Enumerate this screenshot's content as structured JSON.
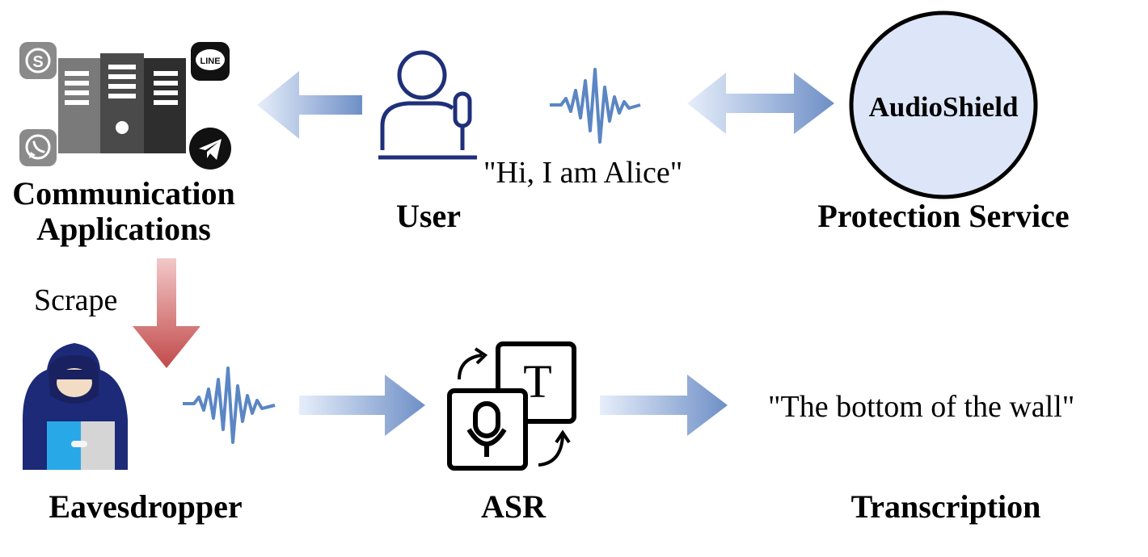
{
  "nodes": {
    "communication_apps": {
      "label_line1": "Communication",
      "label_line2": "Applications"
    },
    "user": {
      "label": "User"
    },
    "protection": {
      "label": "Protection Service",
      "circle_text": "AudioShield"
    },
    "eavesdropper": {
      "label": "Eavesdropper"
    },
    "asr": {
      "label": "ASR",
      "text_glyph": "T"
    },
    "transcription": {
      "label": "Transcription"
    }
  },
  "utterance": "\"Hi, I am Alice\"",
  "transcription_text": "\"The bottom of the wall\"",
  "edges": {
    "scrape_label": "Scrape"
  },
  "app_icons": [
    "skype-icon",
    "line-icon",
    "whatsapp-icon",
    "telegram-icon"
  ],
  "app_icon_text": {
    "line": "LINE",
    "skype": "S"
  },
  "colors": {
    "arrow_blue": "#6e8fc6",
    "arrow_red": "#c24a4a",
    "user_navy": "#1f2f7a",
    "wave_blue": "#5b86c4",
    "shield_fill": "#dde6f8",
    "hood_navy": "#1c2a78"
  }
}
